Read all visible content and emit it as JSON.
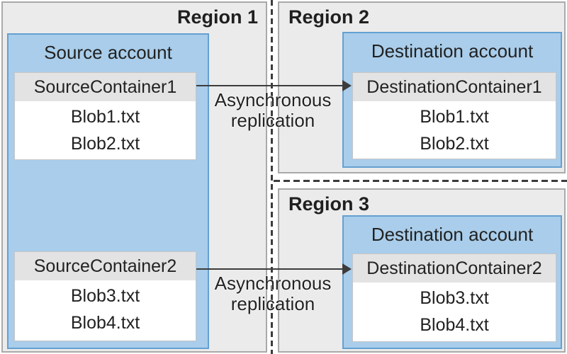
{
  "regions": {
    "region1": {
      "label": "Region 1",
      "account": {
        "label": "Source account",
        "containers": [
          {
            "name": "SourceContainer1",
            "blobs": [
              "Blob1.txt",
              "Blob2.txt"
            ]
          },
          {
            "name": "SourceContainer2",
            "blobs": [
              "Blob3.txt",
              "Blob4.txt"
            ]
          }
        ]
      }
    },
    "region2": {
      "label": "Region 2",
      "account": {
        "label": "Destination account",
        "containers": [
          {
            "name": "DestinationContainer1",
            "blobs": [
              "Blob1.txt",
              "Blob2.txt"
            ]
          }
        ]
      }
    },
    "region3": {
      "label": "Region 3",
      "account": {
        "label": "Destination account",
        "containers": [
          {
            "name": "DestinationContainer2",
            "blobs": [
              "Blob3.txt",
              "Blob4.txt"
            ]
          }
        ]
      }
    }
  },
  "arrows": [
    {
      "label": "Asynchronous replication",
      "from": "SourceContainer1",
      "to": "DestinationContainer1"
    },
    {
      "label": "Asynchronous replication",
      "from": "SourceContainer2",
      "to": "DestinationContainer2"
    }
  ],
  "colors": {
    "region_fill": "#ebebeb",
    "region_border": "#a9a9a9",
    "account_fill": "#a9cdea",
    "account_border": "#64a0d2",
    "container_fill": "#ffffff",
    "container_header_fill": "#e3e3e3",
    "container_border": "#c6c6c6",
    "arrow_color": "#3c3c3c",
    "divider_color": "#3c3c3c",
    "text_color": "#222222"
  }
}
